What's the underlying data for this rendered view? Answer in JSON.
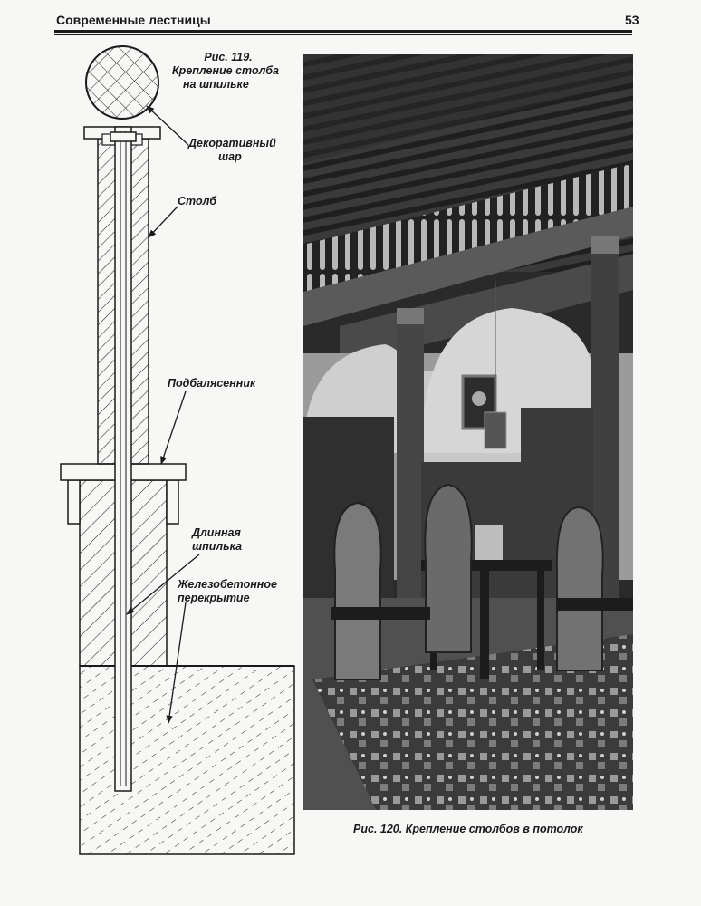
{
  "header": {
    "title": "Современные лестницы",
    "page_number": "53"
  },
  "figure119": {
    "caption_line1": "Рис. 119.",
    "caption_line2": "Крепление столба",
    "caption_line3": "на шпильке",
    "labels": {
      "ball_line1": "Декоративный",
      "ball_line2": "шар",
      "post": "Столб",
      "base": "Подбалясенник",
      "stud_line1": "Длинная",
      "stud_line2": "шпилька",
      "slab_line1": "Железобетонное",
      "slab_line2": "перекрытие"
    }
  },
  "figure120": {
    "caption": "Рис. 120. Крепление столбов в потолок"
  }
}
